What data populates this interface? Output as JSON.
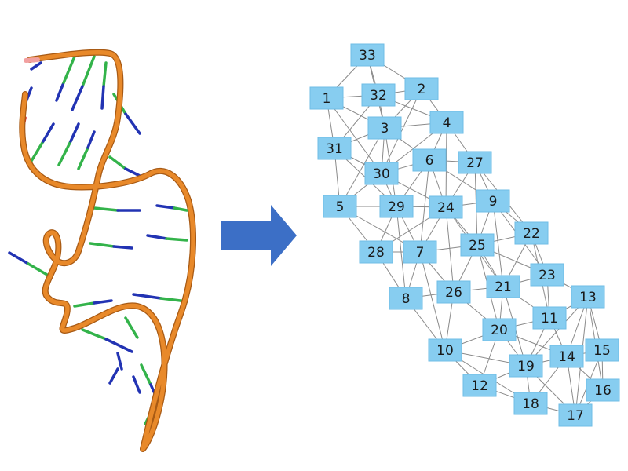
{
  "colors": {
    "background": "#ffffff",
    "node_fill": "#87cdf0",
    "node_stroke": "#6fbde6",
    "edge": "#8a8a8a",
    "arrow": "#3c6fc6",
    "backbone": "#e8892a",
    "backbone_dark": "#a85a14",
    "base_green": "#33b34a",
    "base_blue": "#2233b3",
    "base_red": "#d92020",
    "base_pink": "#f2a0a0"
  },
  "arrow_icon": "right-arrow",
  "graph": {
    "nodes": [
      "1",
      "2",
      "3",
      "4",
      "5",
      "6",
      "7",
      "8",
      "9",
      "10",
      "11",
      "12",
      "13",
      "14",
      "15",
      "16",
      "17",
      "18",
      "19",
      "20",
      "21",
      "22",
      "23",
      "24",
      "25",
      "26",
      "27",
      "28",
      "29",
      "30",
      "31",
      "32",
      "33"
    ],
    "edges": [
      [
        "33",
        "1"
      ],
      [
        "33",
        "32"
      ],
      [
        "33",
        "2"
      ],
      [
        "33",
        "3"
      ],
      [
        "1",
        "32"
      ],
      [
        "1",
        "3"
      ],
      [
        "1",
        "31"
      ],
      [
        "1",
        "30"
      ],
      [
        "32",
        "2"
      ],
      [
        "32",
        "3"
      ],
      [
        "32",
        "4"
      ],
      [
        "32",
        "31"
      ],
      [
        "2",
        "3"
      ],
      [
        "2",
        "4"
      ],
      [
        "2",
        "30"
      ],
      [
        "3",
        "31"
      ],
      [
        "3",
        "30"
      ],
      [
        "3",
        "4"
      ],
      [
        "3",
        "6"
      ],
      [
        "3",
        "29"
      ],
      [
        "3",
        "5"
      ],
      [
        "4",
        "6"
      ],
      [
        "4",
        "27"
      ],
      [
        "4",
        "30"
      ],
      [
        "4",
        "24"
      ],
      [
        "31",
        "30"
      ],
      [
        "31",
        "5"
      ],
      [
        "31",
        "29"
      ],
      [
        "30",
        "6"
      ],
      [
        "30",
        "29"
      ],
      [
        "30",
        "5"
      ],
      [
        "30",
        "24"
      ],
      [
        "6",
        "27"
      ],
      [
        "6",
        "29"
      ],
      [
        "6",
        "24"
      ],
      [
        "6",
        "7"
      ],
      [
        "6",
        "9"
      ],
      [
        "27",
        "24"
      ],
      [
        "27",
        "9"
      ],
      [
        "27",
        "22"
      ],
      [
        "27",
        "25"
      ],
      [
        "5",
        "29"
      ],
      [
        "5",
        "28"
      ],
      [
        "5",
        "7"
      ],
      [
        "29",
        "24"
      ],
      [
        "29",
        "28"
      ],
      [
        "29",
        "7"
      ],
      [
        "29",
        "8"
      ],
      [
        "24",
        "9"
      ],
      [
        "24",
        "7"
      ],
      [
        "24",
        "25"
      ],
      [
        "24",
        "26"
      ],
      [
        "24",
        "21"
      ],
      [
        "24",
        "28"
      ],
      [
        "9",
        "22"
      ],
      [
        "9",
        "25"
      ],
      [
        "9",
        "21"
      ],
      [
        "9",
        "23"
      ],
      [
        "22",
        "25"
      ],
      [
        "22",
        "23"
      ],
      [
        "22",
        "21"
      ],
      [
        "22",
        "11"
      ],
      [
        "28",
        "7"
      ],
      [
        "28",
        "8"
      ],
      [
        "7",
        "25"
      ],
      [
        "7",
        "8"
      ],
      [
        "7",
        "26"
      ],
      [
        "7",
        "10"
      ],
      [
        "25",
        "21"
      ],
      [
        "25",
        "26"
      ],
      [
        "25",
        "20"
      ],
      [
        "25",
        "23"
      ],
      [
        "23",
        "21"
      ],
      [
        "23",
        "11"
      ],
      [
        "23",
        "13"
      ],
      [
        "8",
        "26"
      ],
      [
        "8",
        "10"
      ],
      [
        "26",
        "21"
      ],
      [
        "26",
        "10"
      ],
      [
        "26",
        "20"
      ],
      [
        "21",
        "20"
      ],
      [
        "21",
        "11"
      ],
      [
        "21",
        "19"
      ],
      [
        "20",
        "10"
      ],
      [
        "20",
        "19"
      ],
      [
        "20",
        "11"
      ],
      [
        "20",
        "12"
      ],
      [
        "20",
        "14"
      ],
      [
        "11",
        "13"
      ],
      [
        "11",
        "19"
      ],
      [
        "11",
        "14"
      ],
      [
        "13",
        "14"
      ],
      [
        "13",
        "15"
      ],
      [
        "13",
        "16"
      ],
      [
        "13",
        "17"
      ],
      [
        "13",
        "19"
      ],
      [
        "10",
        "12"
      ],
      [
        "10",
        "19"
      ],
      [
        "10",
        "18"
      ],
      [
        "19",
        "14"
      ],
      [
        "19",
        "12"
      ],
      [
        "19",
        "18"
      ],
      [
        "19",
        "17"
      ],
      [
        "14",
        "15"
      ],
      [
        "14",
        "17"
      ],
      [
        "14",
        "16"
      ],
      [
        "14",
        "18"
      ],
      [
        "15",
        "16"
      ],
      [
        "15",
        "17"
      ],
      [
        "12",
        "18"
      ],
      [
        "18",
        "17"
      ],
      [
        "16",
        "17"
      ]
    ]
  }
}
